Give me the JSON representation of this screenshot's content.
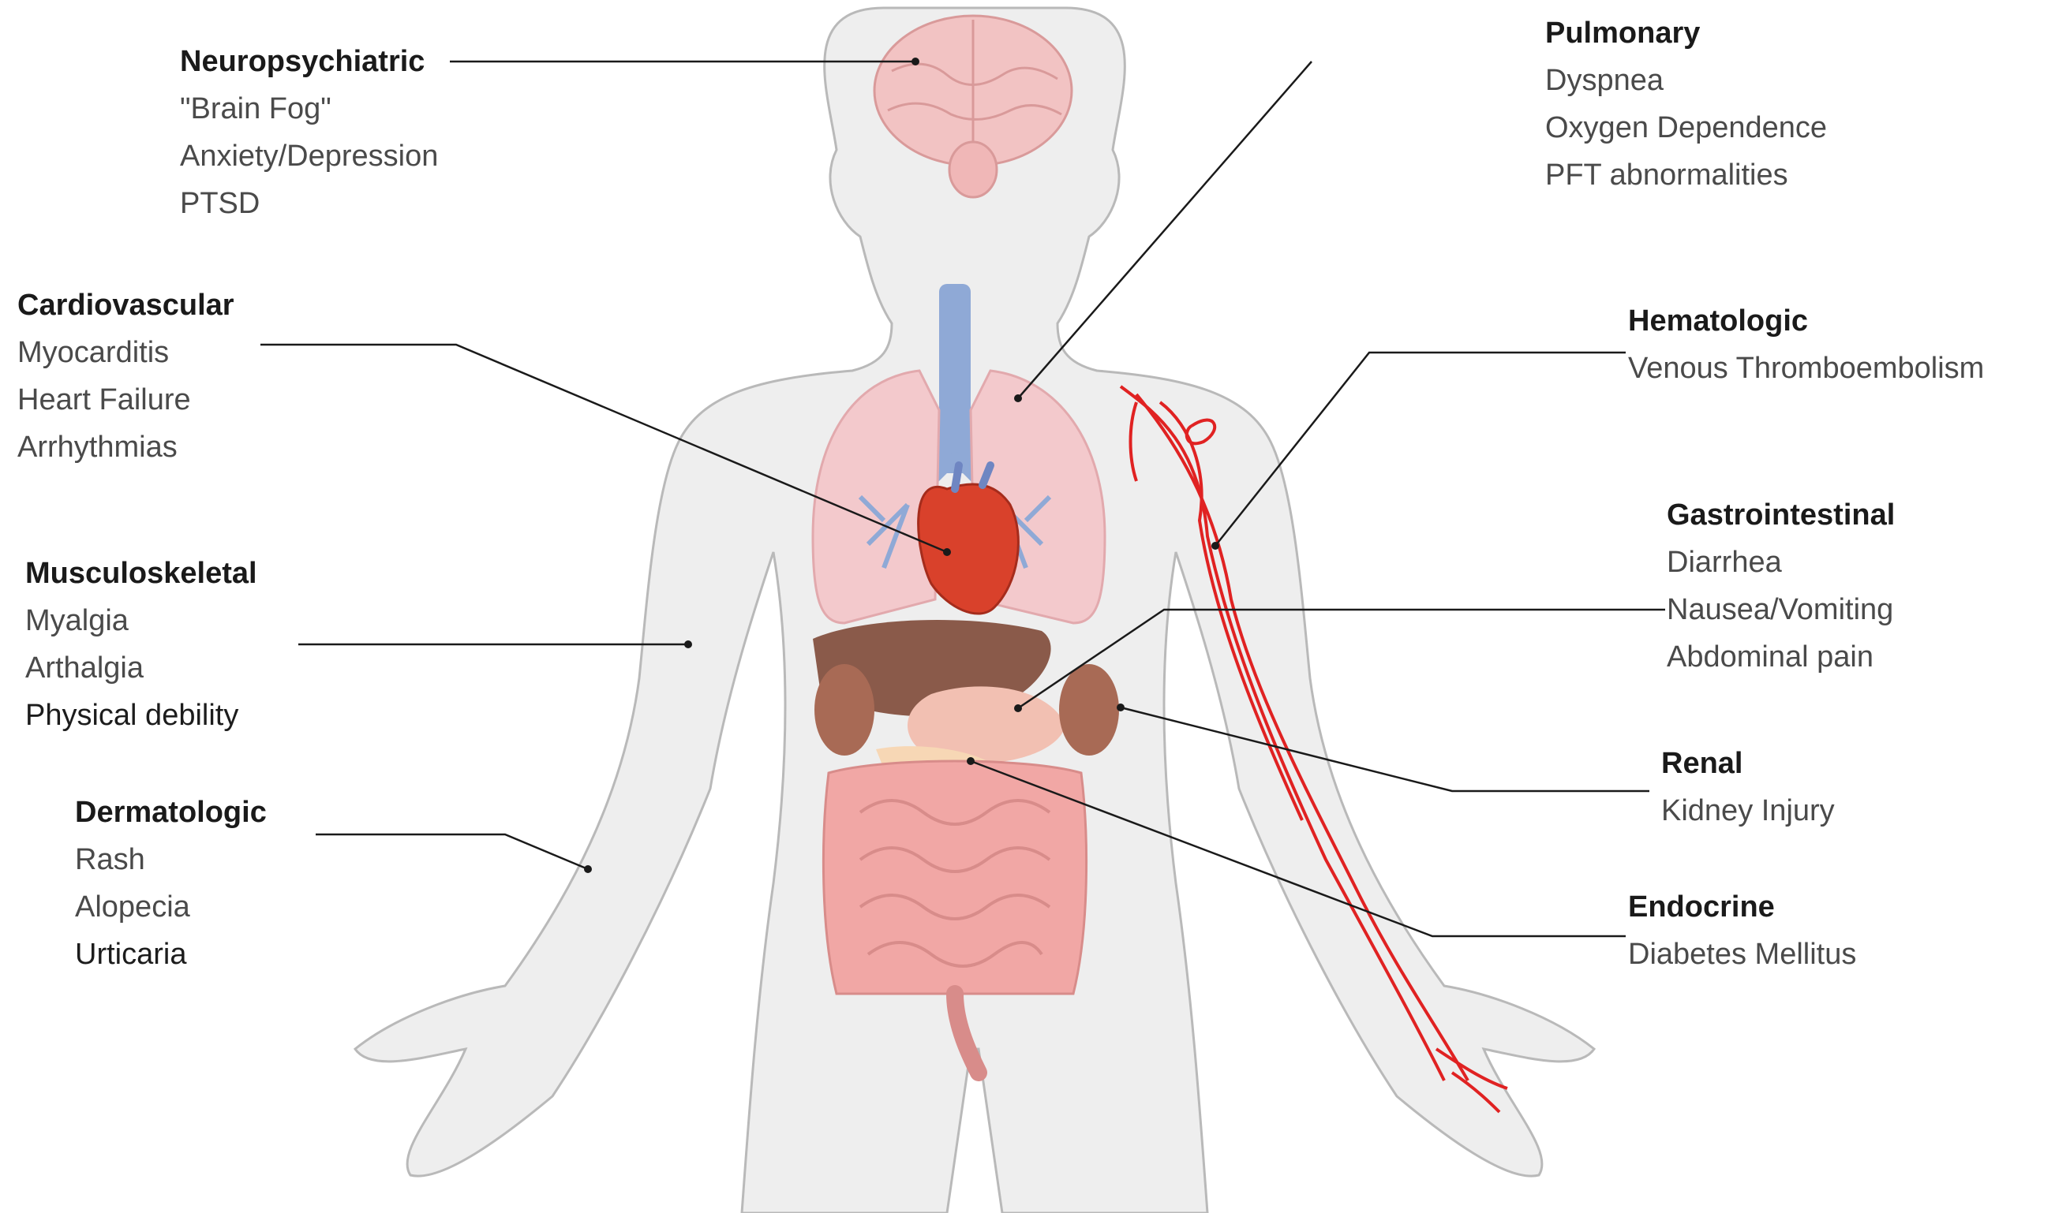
{
  "categories": {
    "neuro": {
      "heading": "Neuropsychiatric",
      "items": [
        "\"Brain Fog\"",
        "Anxiety/Depression",
        "PTSD"
      ]
    },
    "cardio": {
      "heading": "Cardiovascular",
      "items": [
        "Myocarditis",
        "Heart Failure",
        "Arrhythmias"
      ]
    },
    "musculo": {
      "heading": "Musculoskeletal",
      "items": [
        "Myalgia",
        "Arthalgia",
        "Physical debility"
      ]
    },
    "derm": {
      "heading": "Dermatologic",
      "items": [
        "Rash",
        "Alopecia",
        "Urticaria"
      ]
    },
    "pulm": {
      "heading": "Pulmonary",
      "items": [
        "Dyspnea",
        "Oxygen Dependence",
        "PFT abnormalities"
      ]
    },
    "hema": {
      "heading": "Hematologic",
      "items": [
        "Venous Thromboembolism"
      ]
    },
    "gi": {
      "heading": "Gastrointestinal",
      "items": [
        "Diarrhea",
        "Nausea/Vomiting",
        "Abdominal pain"
      ]
    },
    "renal": {
      "heading": "Renal",
      "items": [
        "Kidney Injury"
      ]
    },
    "endo": {
      "heading": "Endocrine",
      "items": [
        "Diabetes Mellitus"
      ]
    }
  },
  "colors": {
    "body_fill": "#eeeeee",
    "body_outline": "#b9b9b9",
    "brain": "#f2c3c3",
    "lungs": "#f3c9cc",
    "airway": "#8fa9d6",
    "heart": "#d9412b",
    "liver": "#8a5a4a",
    "kidney": "#a86a55",
    "intestine": "#f1a7a5",
    "vessels": "#e02222",
    "leader_line": "#1a1a1a"
  }
}
